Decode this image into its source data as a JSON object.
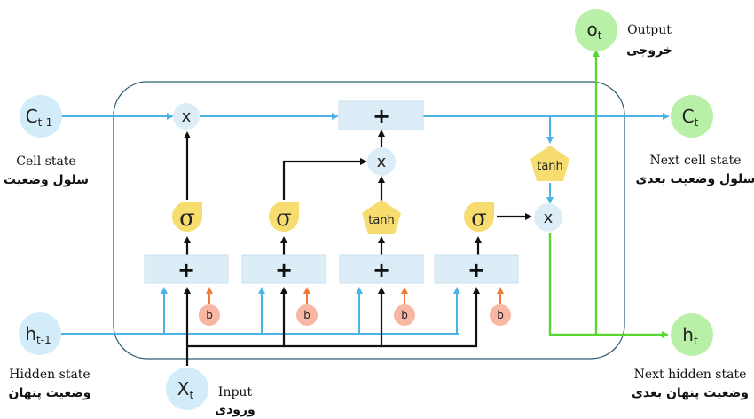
{
  "nodes": {
    "c_prev": {
      "main": "C",
      "sub": "t-1"
    },
    "h_prev": {
      "main": "h",
      "sub": "t-1"
    },
    "x_t": {
      "main": "X",
      "sub": "t"
    },
    "c_t": {
      "main": "C",
      "sub": "t"
    },
    "h_t": {
      "main": "h",
      "sub": "t"
    },
    "o_t": {
      "main": "o",
      "sub": "t"
    }
  },
  "labels": {
    "cell_state_en": "Cell state",
    "cell_state_fa": "سلول وضعیت",
    "hidden_state_en": "Hidden state",
    "hidden_state_fa": "وضعیت پنهان",
    "input_en": "Input",
    "input_fa": "ورودی",
    "output_en": "Output",
    "output_fa": "خروجی",
    "next_cell_en": "Next cell state",
    "next_cell_fa": "سلول وضعیت بعدی",
    "next_hidden_en": "Next hidden state",
    "next_hidden_fa": "وضعیت پنهان بعدی"
  },
  "ops": {
    "multiply": "x",
    "add": "+",
    "sigma": "σ",
    "tanh": "tanh",
    "bias": "b"
  },
  "colors": {
    "blue_line": "#4db3e6",
    "black_line": "#111111",
    "green_line": "#5ad633",
    "orange_line": "#ee7a3c",
    "state_node": "#d2ecfa",
    "output_node": "#b8f0a8",
    "gate": "#f7dc6f",
    "bias": "#f7b7a3",
    "box": "#dcedf8"
  }
}
